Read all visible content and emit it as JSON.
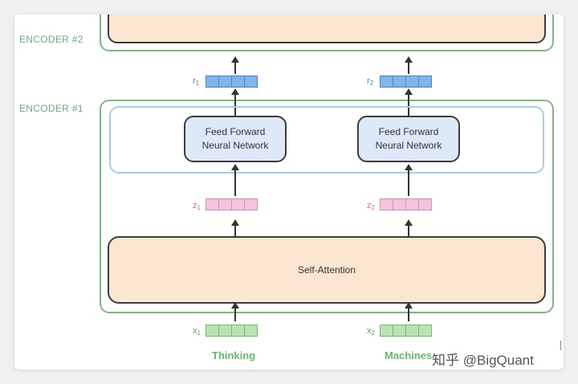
{
  "encoder2": {
    "label": "ENCODER #2"
  },
  "encoder1": {
    "label": "ENCODER #1"
  },
  "ffn": {
    "line1": "Feed Forward",
    "line2": "Neural Network"
  },
  "self_attention": {
    "label": "Self-Attention"
  },
  "columns": [
    {
      "r": "r",
      "r_sub": "1",
      "z": "z",
      "z_sub": "1",
      "x": "x",
      "x_sub": "1",
      "word": "Thinking"
    },
    {
      "r": "r",
      "r_sub": "2",
      "z": "z",
      "z_sub": "2",
      "x": "x",
      "x_sub": "2",
      "word": "Machines"
    }
  ],
  "colors": {
    "encoder_border": "#7db889",
    "ffn_band": "#a8cbe9",
    "ffn_fill": "#dde9f8",
    "self_attention_fill": "#fbe6d1",
    "r_vector": "#7fb5ea",
    "z_vector": "#f4c2dc",
    "x_vector": "#b9e3b2",
    "r_label": "#4a7fc0",
    "z_label": "#d06a9f",
    "x_label": "#55a455",
    "word": "#66b86a"
  },
  "watermark": "知乎 @BigQuant"
}
